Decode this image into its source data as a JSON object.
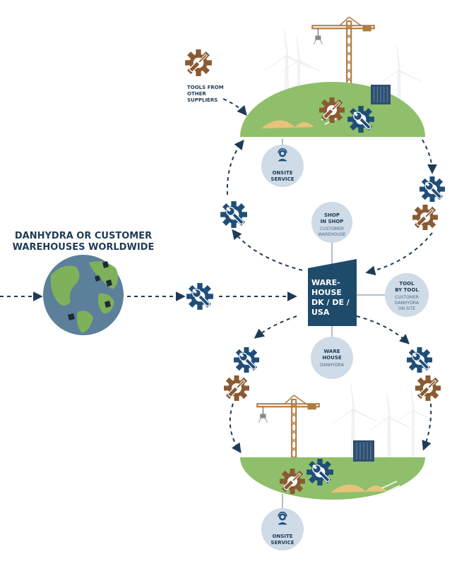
{
  "colors": {
    "navy": "#1f4b6b",
    "blue_icon": "#1f4e79",
    "brown_icon": "#8a5a32",
    "green": "#8fbf6a",
    "circle_fill": "#cfdbe7",
    "ocean": "#5c7f9a",
    "land": "#7fb05a",
    "sand": "#e6c27a",
    "crane": "#b07a40"
  },
  "title": {
    "line1": "DANHYDRA OR CUSTOMER",
    "line2": "WAREHOUSES WORLDWIDE"
  },
  "tools_label": {
    "line1": "TOOLS FROM",
    "line2": "OTHER",
    "line3": "SUPPLIERS"
  },
  "warehouse": {
    "line1": "WARE-",
    "line2": "HOUSE",
    "line3": "DK / DE /",
    "line4": "USA"
  },
  "nodes": {
    "shop": {
      "title1": "SHOP",
      "title2": "IN SHOP",
      "sub1": "CUSTOMER",
      "sub2": "WAREHOUSE"
    },
    "tool": {
      "title1": "TOOL",
      "title2": "BY TOOL",
      "sub1": "CUSTOMER",
      "sub2": "DANHYDRA",
      "sub3": "ON SITE"
    },
    "ware": {
      "title1": "WARE",
      "title2": "HOUSE",
      "sub1": "DANHYDRA"
    },
    "onsite_top": {
      "title1": "ONSITE",
      "title2": "SERVICE"
    },
    "onsite_bottom": {
      "title1": "ONSITE",
      "title2": "SERVICE"
    }
  },
  "icons": {
    "gear_wrench": "gear-wrench-icon",
    "gear_screwdriver": "gear-screwdriver-icon",
    "globe": "globe-icon",
    "crane": "crane-icon",
    "wind_turbine": "wind-turbine-icon",
    "container": "container-icon",
    "technician": "technician-icon"
  }
}
